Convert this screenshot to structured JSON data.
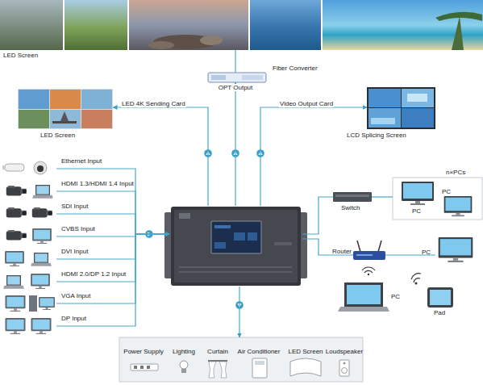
{
  "diagram": {
    "nodes": [
      {
        "text": [
          "LED Screen"
        ]
      },
      {
        "text": [
          "Fiber Converter"
        ]
      },
      {
        "text": [
          "LED Screen"
        ]
      },
      {
        "text": [
          "LCD Splicing Screen"
        ]
      },
      {
        "text": [
          "Ethernet Input"
        ]
      },
      {
        "text": [
          "HDMI 1.3/HDMI 1.4 Input"
        ]
      },
      {
        "text": [
          "SDI Input"
        ]
      },
      {
        "text": [
          "CVBS Input"
        ]
      },
      {
        "text": [
          "DVI Input"
        ]
      },
      {
        "text": [
          "HDMI 2.0/DP 1.2 Input"
        ]
      },
      {
        "text": [
          "VGA Input"
        ]
      },
      {
        "text": [
          "DP Input"
        ]
      },
      {
        "text": []
      },
      {
        "text": [
          "Switch"
        ]
      },
      {
        "text": [
          "n×PCs"
        ]
      },
      {
        "text": [
          "PC"
        ],
        "in": 14
      },
      {
        "text": [
          "PC"
        ],
        "in": 14
      },
      {
        "text": [
          "Router"
        ]
      },
      {
        "text": [
          "PC"
        ]
      },
      {
        "text": [
          "PC"
        ]
      },
      {
        "text": [
          "Pad"
        ]
      },
      {
        "text": []
      },
      {
        "text": [
          "Power Supply"
        ],
        "in": 21
      },
      {
        "text": [
          "Lighting"
        ],
        "in": 21
      },
      {
        "text": [
          "Curtain"
        ],
        "in": 21
      },
      {
        "text": [
          "Air Conditioner"
        ],
        "in": 21
      },
      {
        "text": [
          "LED Screen"
        ],
        "in": 21
      },
      {
        "text": [
          "Loudspeaker"
        ],
        "in": 21
      }
    ],
    "edges": [
      {
        "from": 12,
        "to": 2,
        "label": "LED 4K Sending Card",
        "arrow": "to"
      },
      {
        "from": 12,
        "to": 1,
        "label": "OPT Output",
        "arrow": "to"
      },
      {
        "from": 1,
        "to": 0,
        "arrow": "none"
      },
      {
        "from": 12,
        "to": 3,
        "label": "Video Output Card",
        "arrow": "to"
      },
      {
        "from": 4,
        "to": 12,
        "arrow": "to"
      },
      {
        "from": 5,
        "to": 12,
        "arrow": "to"
      },
      {
        "from": 6,
        "to": 12,
        "arrow": "to"
      },
      {
        "from": 7,
        "to": 12,
        "arrow": "to"
      },
      {
        "from": 8,
        "to": 12,
        "arrow": "to"
      },
      {
        "from": 9,
        "to": 12,
        "arrow": "to"
      },
      {
        "from": 10,
        "to": 12,
        "arrow": "to"
      },
      {
        "from": 11,
        "to": 12,
        "arrow": "to"
      },
      {
        "from": 12,
        "to": 13,
        "arrow": "none"
      },
      {
        "from": 13,
        "to": 14,
        "arrow": "none"
      },
      {
        "from": 12,
        "to": 17,
        "arrow": "none"
      },
      {
        "from": 17,
        "to": 18,
        "arrow": "none"
      },
      {
        "from": 12,
        "to": 21,
        "arrow": "to"
      }
    ]
  }
}
